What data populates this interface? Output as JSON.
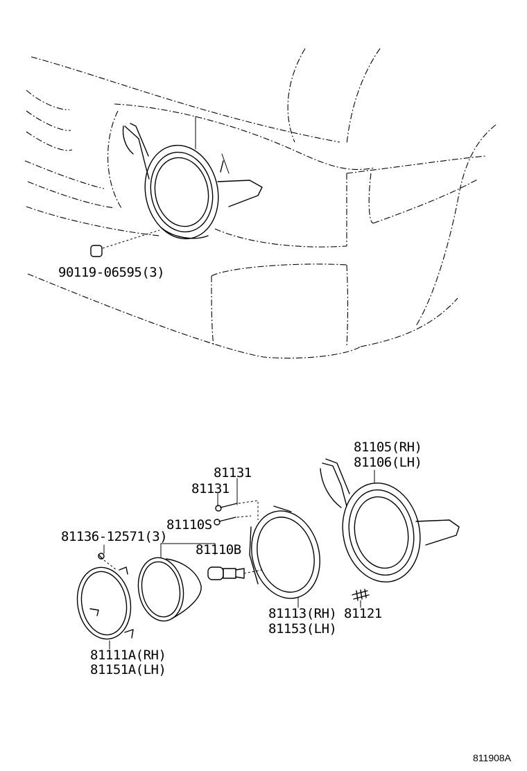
{
  "diagram": {
    "labels": {
      "clip_nut": "90119-06595(3)",
      "screw_upper": "81131",
      "screw_lower": "81131",
      "lens_screw": "81136-12571(3)",
      "sub_s": "81110S",
      "sub_b": "81110B",
      "housing_rh": "81105(RH)",
      "housing_lh": "81106(LH)",
      "ring_rh": "81113(RH)",
      "ring_lh": "81153(LH)",
      "adjuster": "81121",
      "rim_rh": "81111A(RH)",
      "rim_lh": "81151A(LH)"
    },
    "figure_code": "811908A"
  }
}
